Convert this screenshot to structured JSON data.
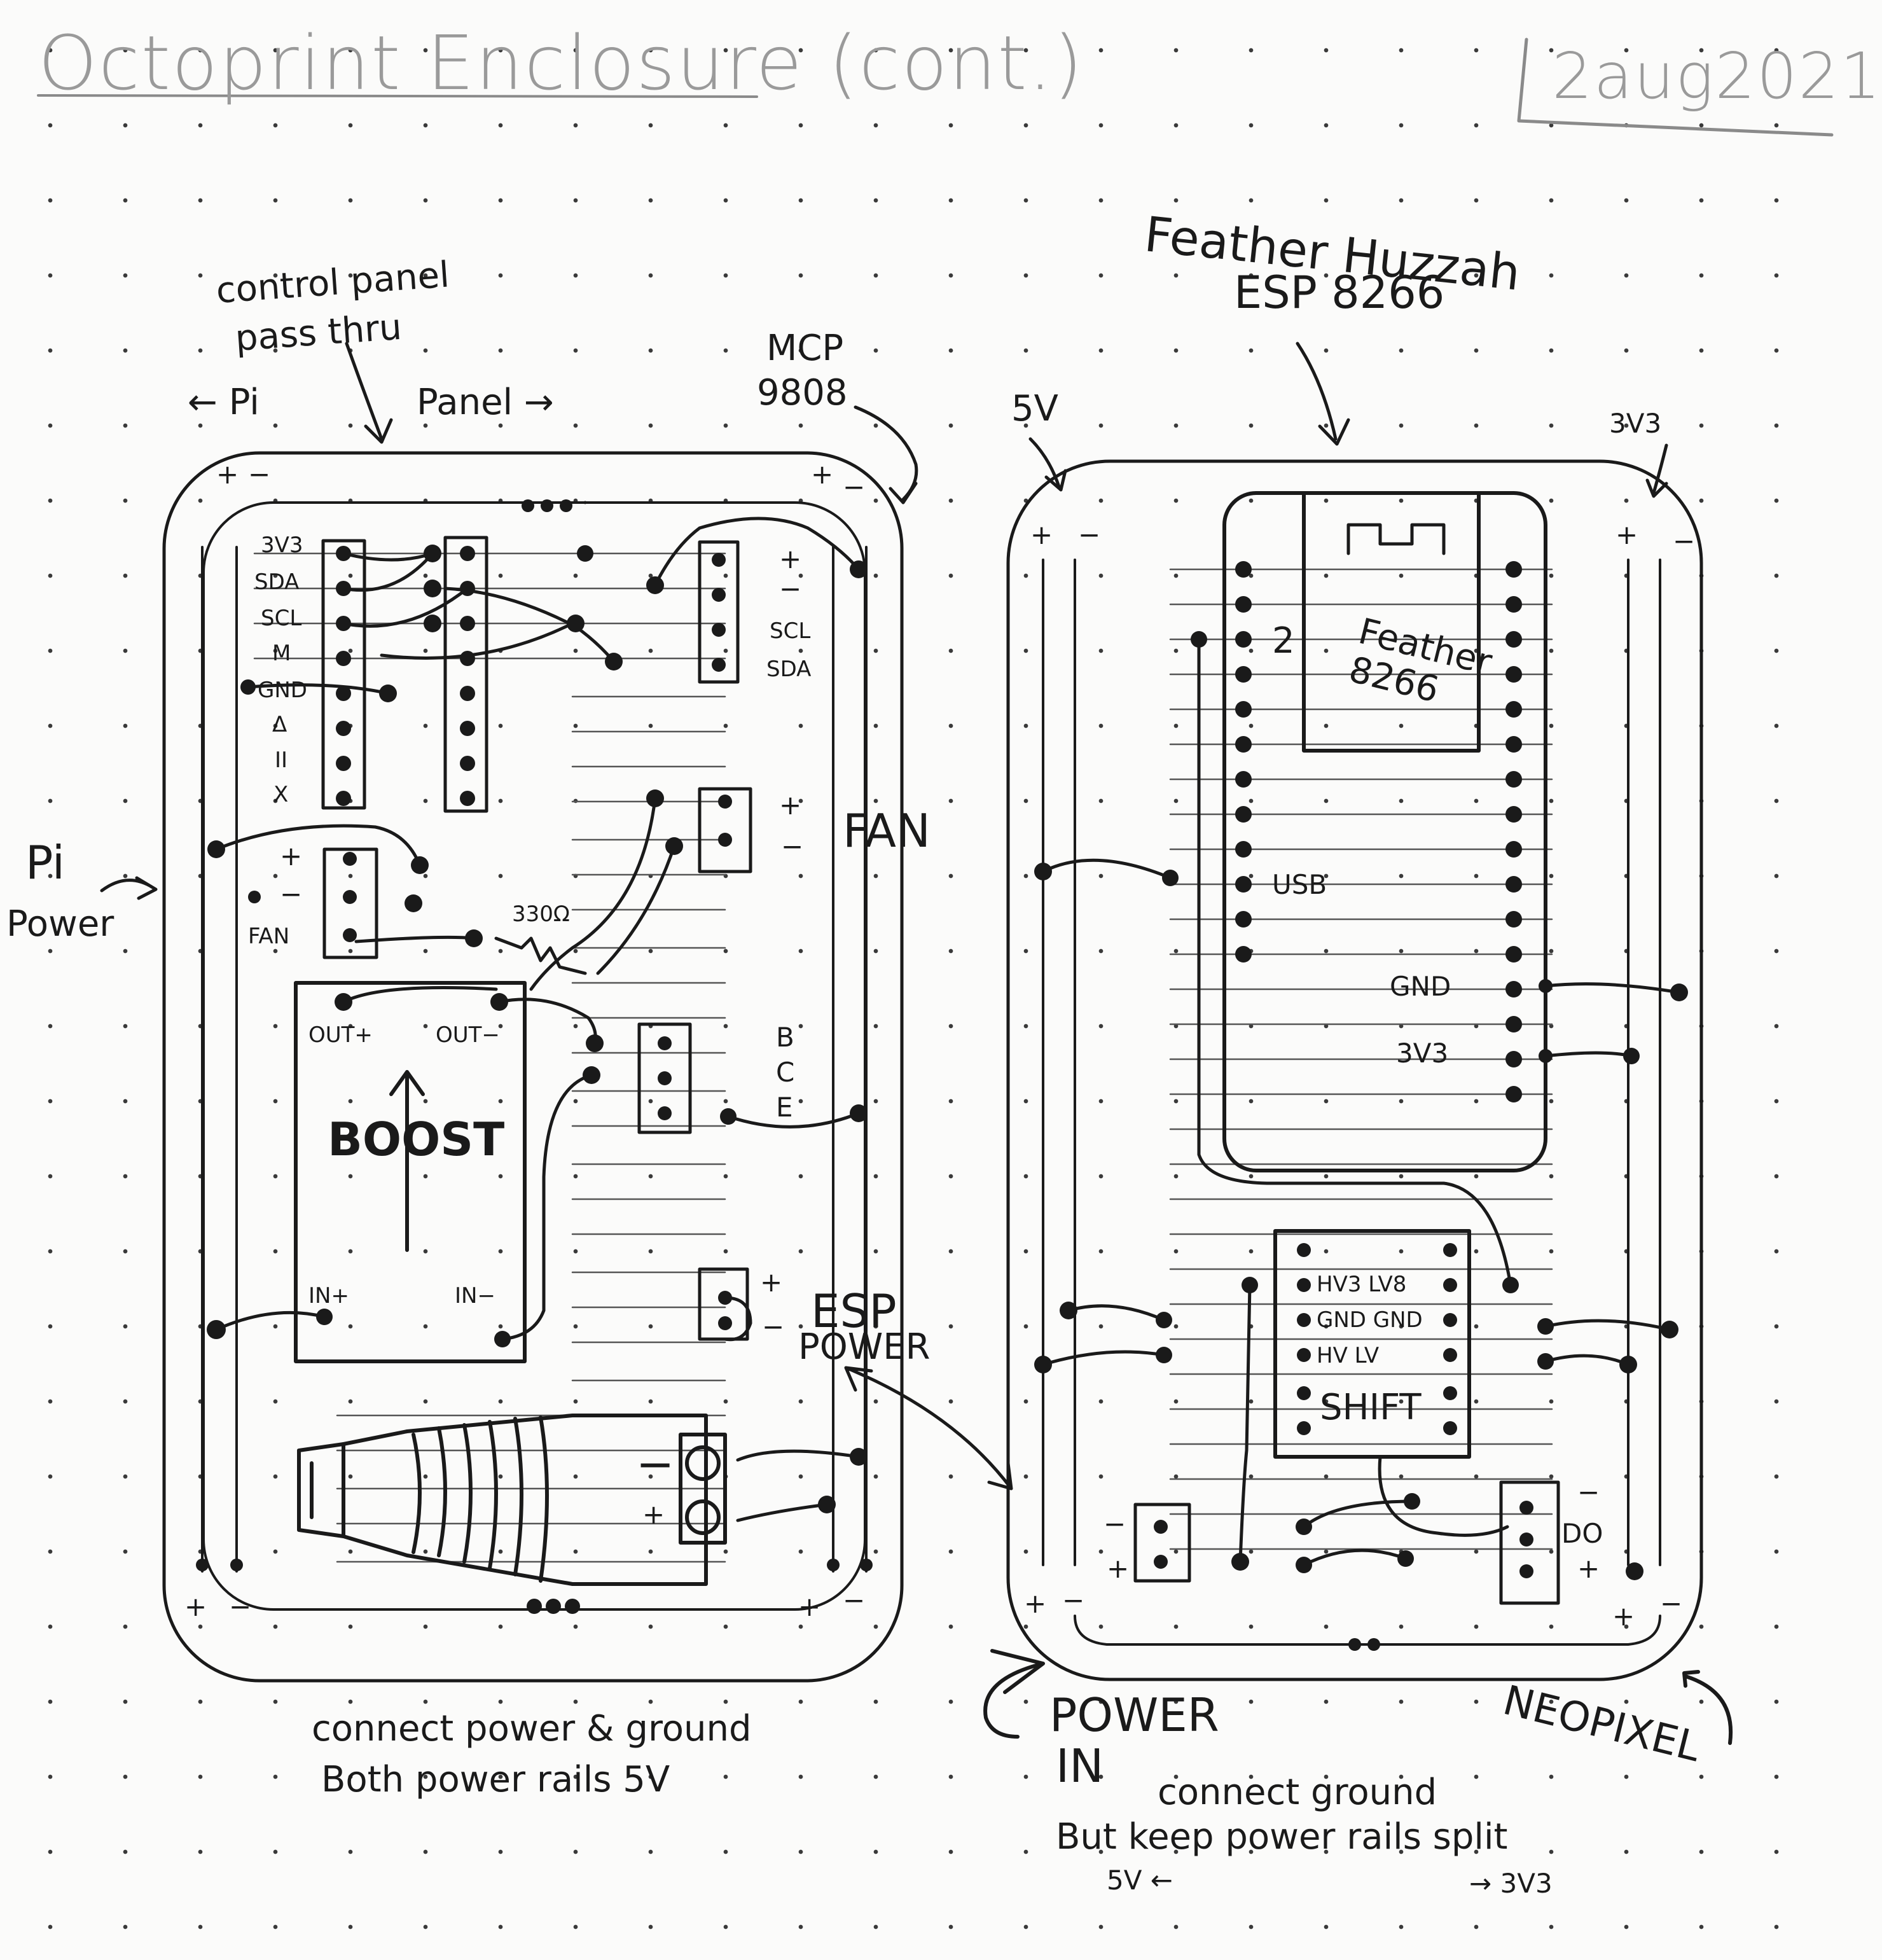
{
  "title": "Octoprint Enclosure (cont.)",
  "date": "2aug2021",
  "left_board": {
    "control_panel_label": "control panel",
    "pass_thru_label": "pass thru",
    "pi_direction": "← Pi",
    "panel_direction": "Panel →",
    "mcp_label": "MCP",
    "mcp_number": "9808",
    "pins": [
      "3V3",
      "SDA",
      "SCL",
      "M",
      "GND",
      "Δ",
      "II",
      "X"
    ],
    "mcp_pins": [
      "+",
      "−",
      "SCL",
      "SDA"
    ],
    "fan_label": "FAN",
    "fan_pins": [
      "+",
      "−"
    ],
    "pi_label": "Pi",
    "power_label": "Power",
    "pi_power_pins": [
      "+",
      "−",
      "FAN"
    ],
    "resistor_label": "330Ω",
    "boost_label": "BOOST",
    "boost_out_plus": "OUT+",
    "boost_out_minus": "OUT−",
    "boost_in_plus": "IN+",
    "boost_in_minus": "IN−",
    "transistor_pins": [
      "B",
      "C",
      "E"
    ],
    "esp_label": "ESP",
    "esp_power_label": "POWER",
    "esp_pins": [
      "+",
      "−"
    ],
    "jack_pins": [
      "−",
      "+"
    ],
    "rail_signs": [
      "+",
      "−"
    ],
    "note_line1": "connect power & ground",
    "note_line2": "Both power rails 5V"
  },
  "right_board": {
    "feather_title": "Feather Huzzah",
    "feather_sub": "ESP 8266",
    "rail_5v": "5V",
    "rail_3v3": "3V3",
    "chip_label": "Feather 8266",
    "pin_2": "2",
    "usb_label": "USB",
    "gnd_label": "GND",
    "v33_label": "3V3",
    "shift_rows": [
      "HV3 LV8",
      "GND GND",
      "HV LV"
    ],
    "shift_label": "SHIFT",
    "neopixel_pins": [
      "−",
      "DO",
      "+"
    ],
    "power_in_label": "POWER",
    "power_in_label2": "IN",
    "neopixel_label": "NEOPIXEL",
    "rail_signs": [
      "+",
      "−"
    ],
    "note_line1": "connect ground",
    "note_line2": "But keep power rails split",
    "arrow_5v": "5V ←",
    "arrow_3v3": "→ 3V3"
  }
}
